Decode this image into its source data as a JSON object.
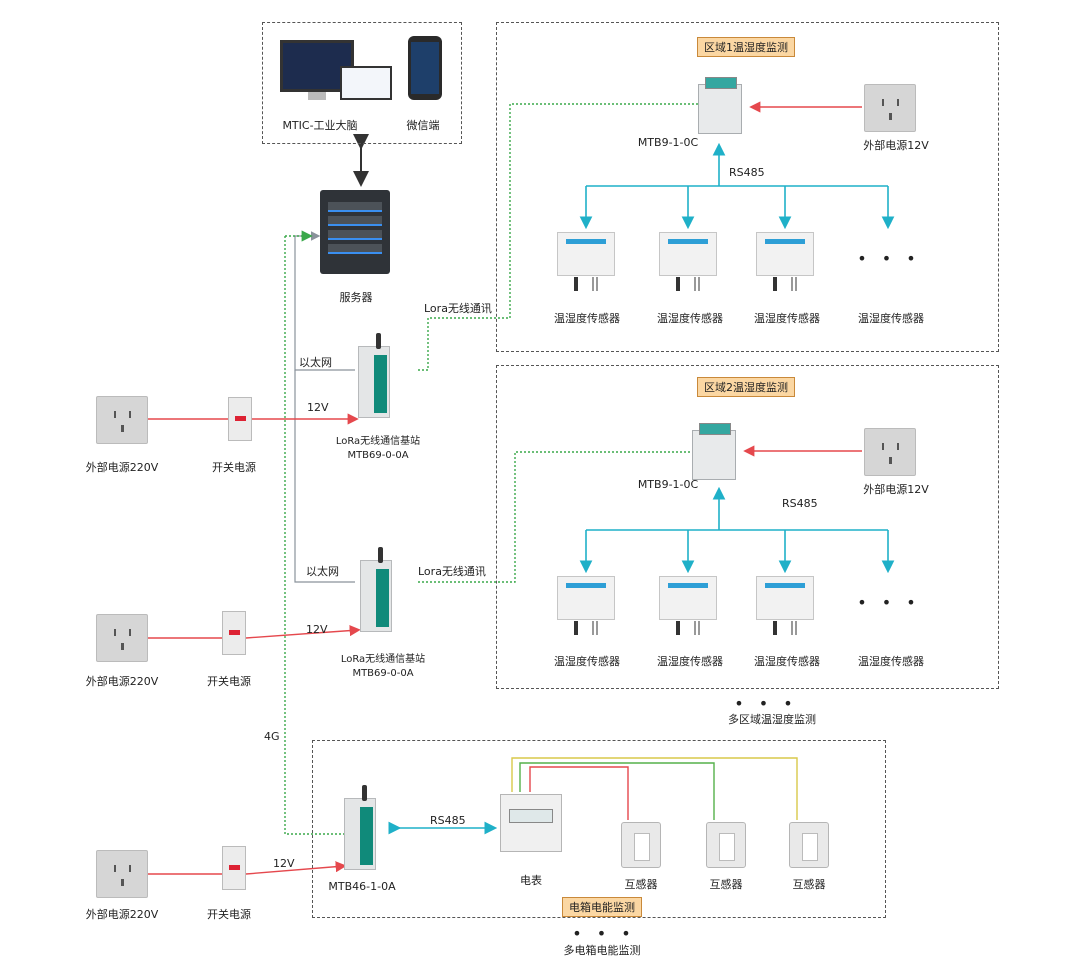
{
  "top_box": {
    "platform_label": "MTIC-工业大脑",
    "wechat_label": "微信端"
  },
  "server": {
    "label": "服务器"
  },
  "region1": {
    "title": "区域1温湿度监测",
    "controller": "MTB9-1-0C",
    "bus": "RS485",
    "power": "外部电源12V",
    "sensors": [
      "温湿度传感器",
      "温湿度传感器",
      "温湿度传感器",
      "温湿度传感器"
    ],
    "more": "• • •"
  },
  "region2": {
    "title": "区域2温湿度监测",
    "controller": "MTB9-1-0C",
    "bus": "RS485",
    "power": "外部电源12V",
    "sensors": [
      "温湿度传感器",
      "温湿度传感器",
      "温湿度传感器",
      "温湿度传感器"
    ],
    "more": "• • •"
  },
  "multi_region": {
    "dots": "• • •",
    "label": "多区域温湿度监测"
  },
  "gateway1": {
    "ethernet": "以太网",
    "voltage": "12V",
    "lora": "Lora无线通讯",
    "name": "LoRa无线通信基站",
    "model": "MTB69-0-0A",
    "ac_power": "外部电源220V",
    "psu": "开关电源"
  },
  "gateway2": {
    "ethernet": "以太网",
    "voltage": "12V",
    "lora": "Lora无线通讯",
    "name": "LoRa无线通信基站",
    "model": "MTB69-0-0A",
    "ac_power": "外部电源220V",
    "psu": "开关电源"
  },
  "energy": {
    "link_4g": "4G",
    "title": "电箱电能监测",
    "gateway": "MTB46-1-0A",
    "bus": "RS485",
    "voltage": "12V",
    "meter": "电表",
    "ct": [
      "互感器",
      "互感器",
      "互感器"
    ],
    "ac_power": "外部电源220V",
    "psu": "开关电源"
  },
  "multi_box": {
    "dots": "• • •",
    "label": "多电箱电能监测"
  },
  "colors": {
    "power_line": "#e5484d",
    "rs485_line": "#1fb0c8",
    "lora_line": "#3aa84a",
    "eth_line": "#8a929b",
    "box_border": "#555555"
  }
}
